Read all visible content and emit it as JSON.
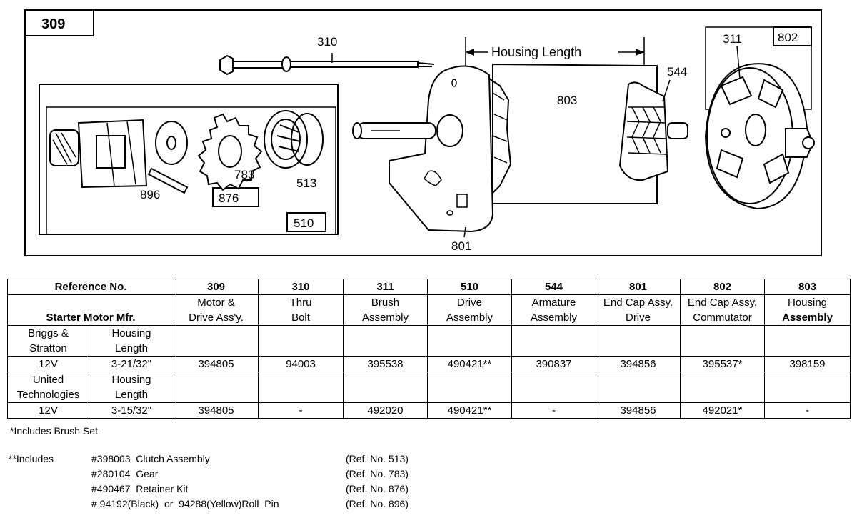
{
  "diagram": {
    "box_label": "309",
    "part_labels": {
      "p310": "310",
      "p311": "311",
      "p802": "802",
      "p544": "544",
      "p803": "803",
      "p801": "801",
      "p510": "510",
      "p876": "876",
      "p783": "783",
      "p513": "513",
      "p896": "896"
    },
    "housing_length_label": "Housing Length"
  },
  "table": {
    "ref_header": "Reference No.",
    "mfr_header": "Starter Motor Mfr.",
    "columns": [
      {
        "ref": "309",
        "desc1": "Motor &",
        "desc2": "Drive Ass'y."
      },
      {
        "ref": "310",
        "desc1": "Thru",
        "desc2": "Bolt"
      },
      {
        "ref": "311",
        "desc1": "Brush",
        "desc2": "Assembly"
      },
      {
        "ref": "510",
        "desc1": "Drive",
        "desc2": "Assembly"
      },
      {
        "ref": "544",
        "desc1": "Armature",
        "desc2": "Assembly"
      },
      {
        "ref": "801",
        "desc1": "End Cap Assy.",
        "desc2": "Drive"
      },
      {
        "ref": "802",
        "desc1": "End Cap Assy.",
        "desc2": "Commutator"
      },
      {
        "ref": "803",
        "desc1": "Housing",
        "desc2": "Assembly"
      }
    ],
    "mfrs": [
      {
        "name1": "Briggs &",
        "name2": "Stratton",
        "hl1": "Housing",
        "hl2": "Length",
        "voltage": "12V",
        "length": "3-21/32\"",
        "values": [
          "394805",
          "94003",
          "395538",
          "490421**",
          "390837",
          "394856",
          "395537*",
          "398159"
        ]
      },
      {
        "name1": "United",
        "name2": "Technologies",
        "hl1": "Housing",
        "hl2": "Length",
        "voltage": "12V",
        "length": "3-15/32\"",
        "values": [
          "394805",
          "-",
          "492020",
          "490421**",
          "-",
          "394856",
          "492021*",
          "-"
        ]
      }
    ]
  },
  "notes": {
    "single_star": "*Includes Brush Set",
    "double_star_lead": "**Includes",
    "includes": [
      {
        "part": "#398003  Clutch Assembly",
        "ref": "(Ref. No. 513)"
      },
      {
        "part": "#280104  Gear",
        "ref": "(Ref. No. 783)"
      },
      {
        "part": "#490467  Retainer Kit",
        "ref": "(Ref. No. 876)"
      },
      {
        "part": "# 94192(Black)  or  94288(Yellow)Roll  Pin",
        "ref": "(Ref. No. 896)"
      }
    ]
  }
}
